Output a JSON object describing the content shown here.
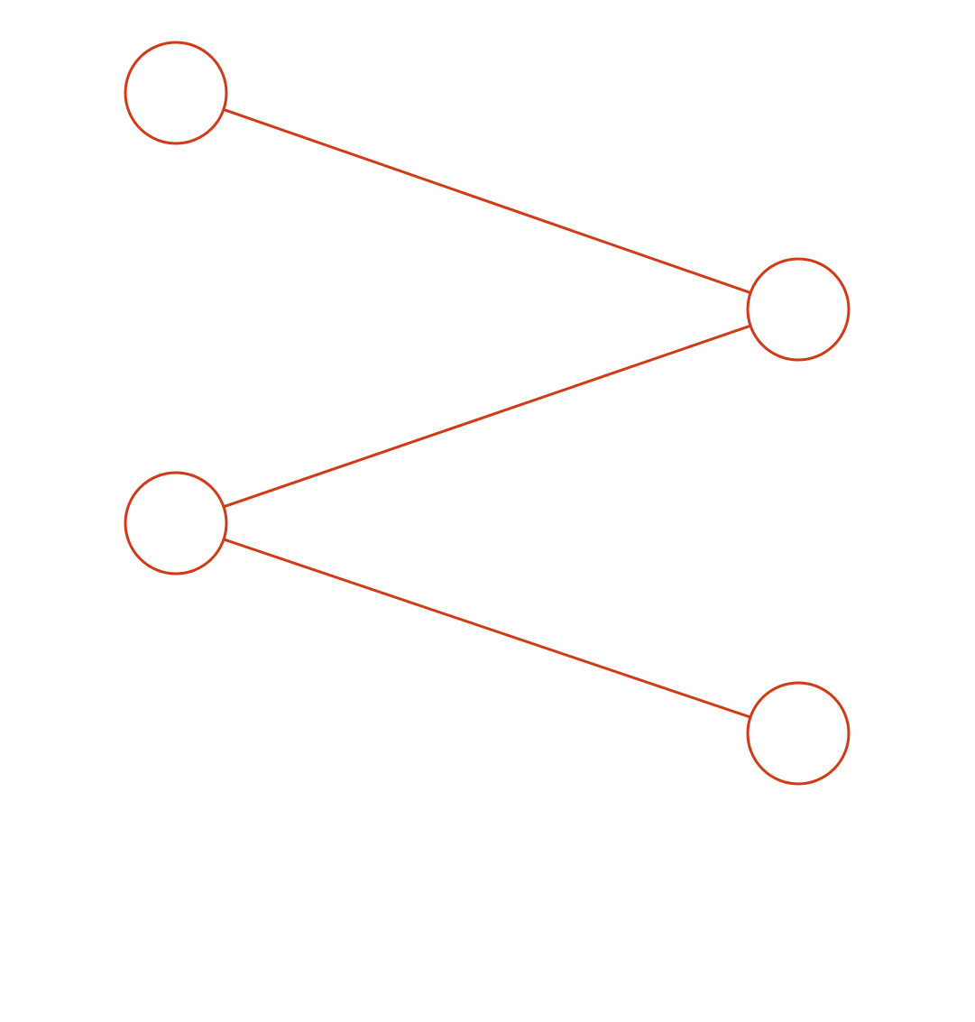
{
  "diagram": {
    "type": "graph",
    "stroke_color": "#d13a17",
    "fill_color": "#ffffff",
    "nodes": [
      {
        "id": "n1",
        "label": ""
      },
      {
        "id": "n2",
        "label": ""
      },
      {
        "id": "n3",
        "label": ""
      },
      {
        "id": "n4",
        "label": ""
      }
    ],
    "edges": [
      {
        "from": "n1",
        "to": "n2"
      },
      {
        "from": "n3",
        "to": "n2"
      },
      {
        "from": "n3",
        "to": "n4"
      }
    ]
  }
}
